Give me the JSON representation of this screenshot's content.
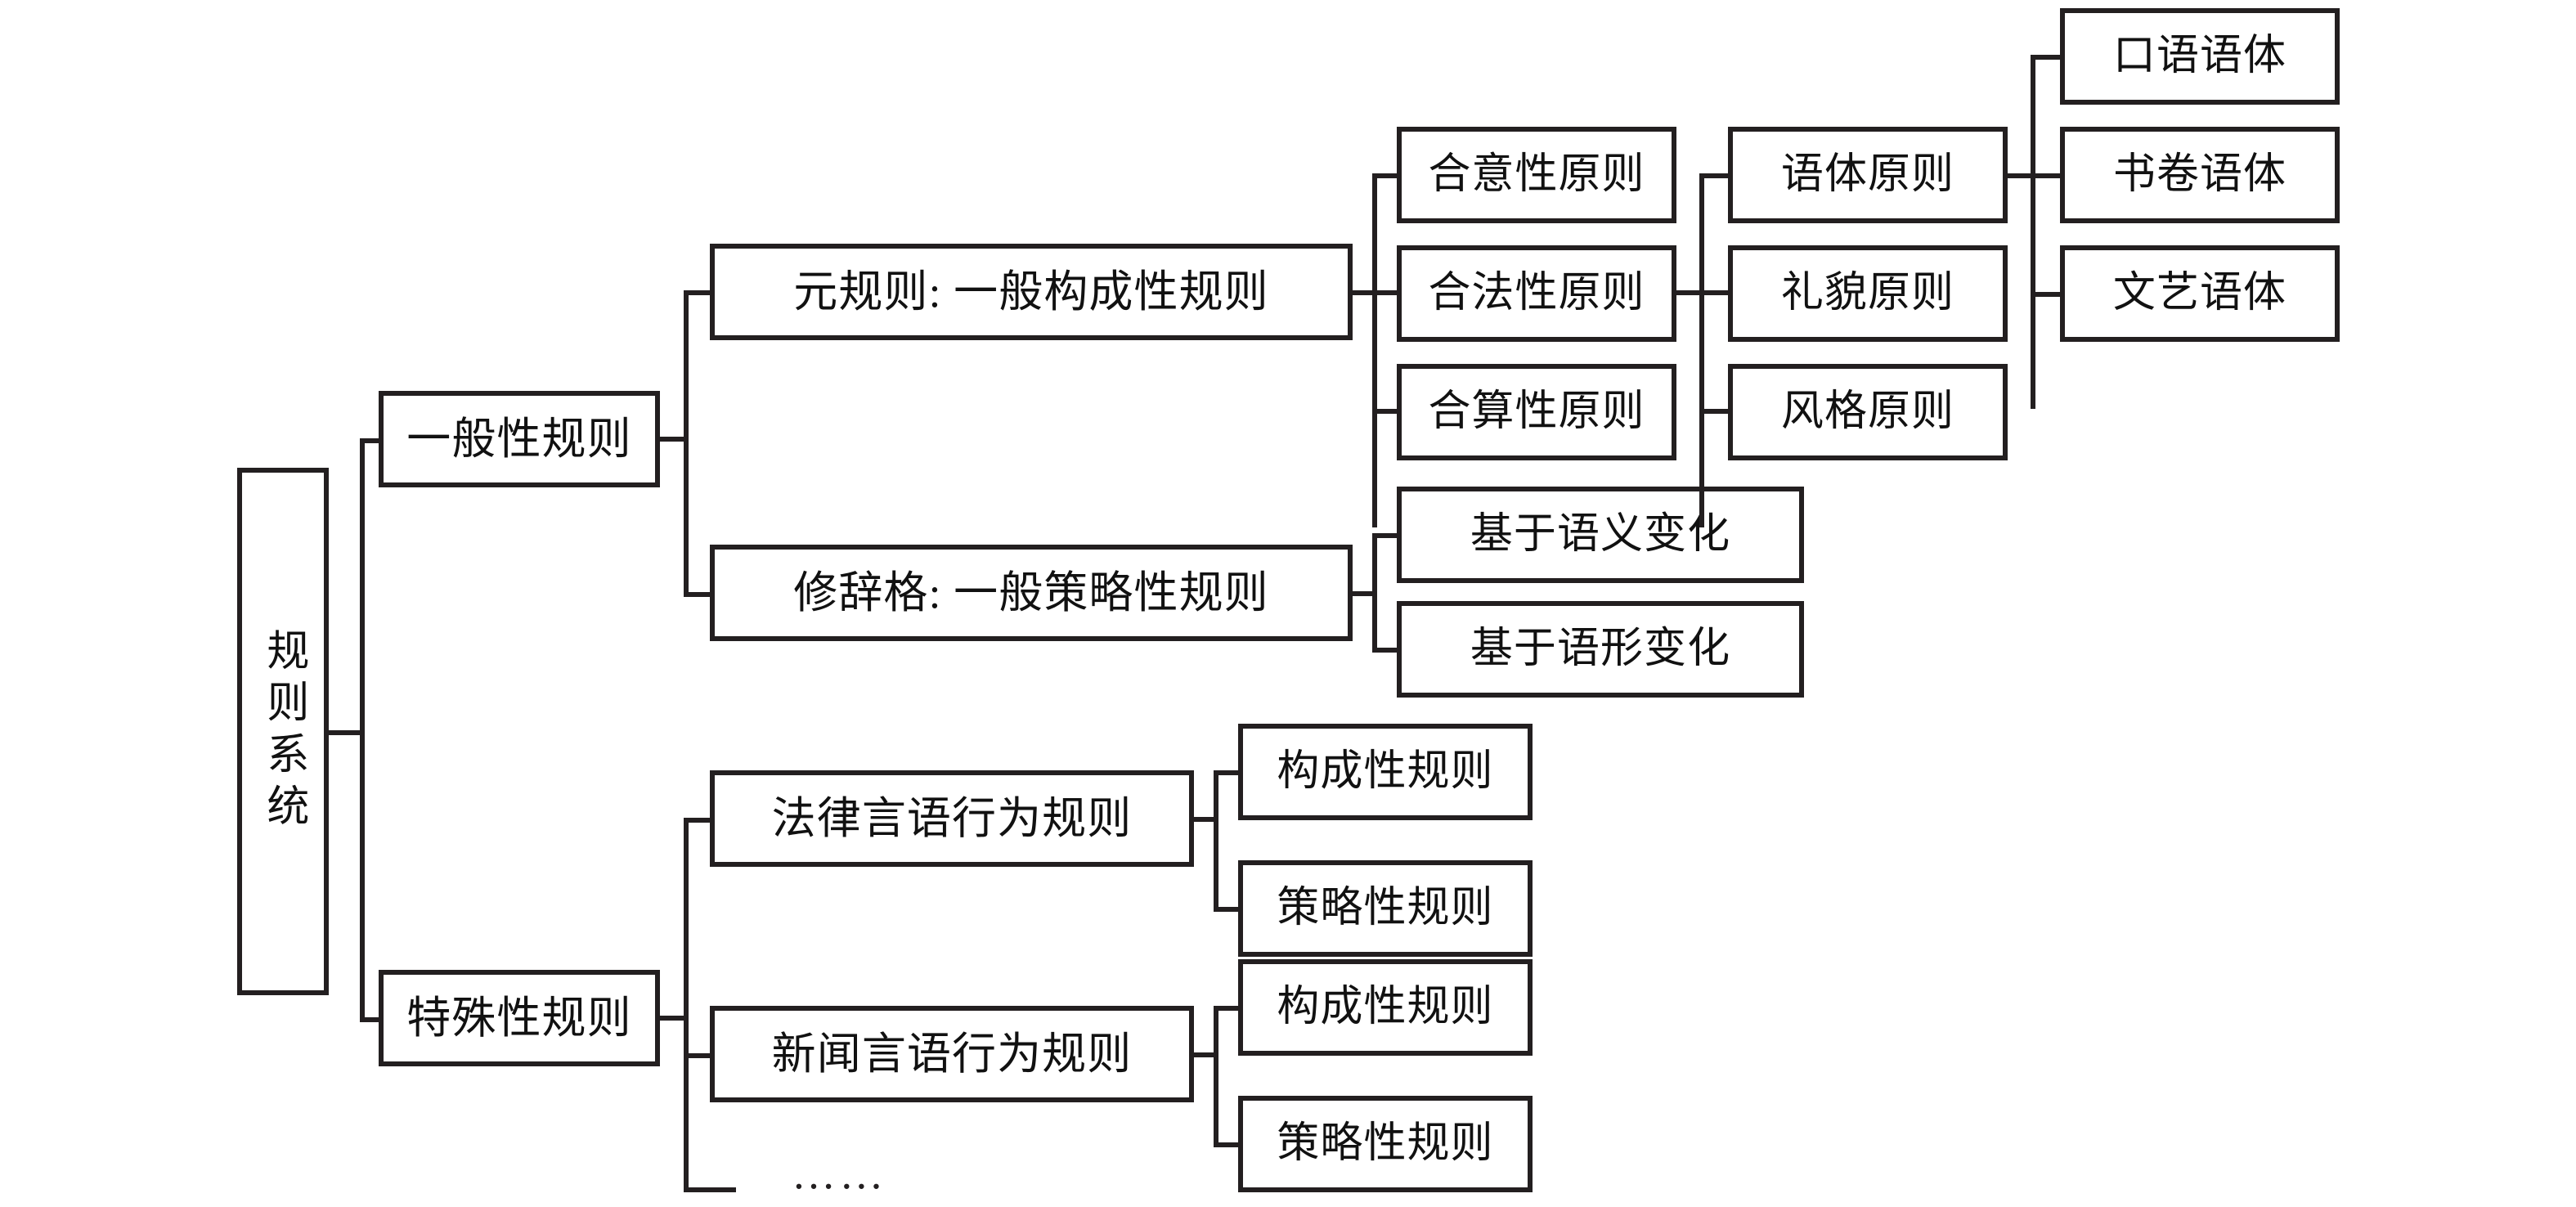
{
  "diagram": {
    "title": "规则系统",
    "type": "hierarchical-tree",
    "orientation": "left-to-right",
    "background_color": "#ffffff",
    "line_color": "#231f20",
    "text_color": "#111111"
  },
  "root": {
    "label": "规则系统",
    "text_orientation": "vertical"
  },
  "level1": [
    {
      "label": "一般性规则"
    },
    {
      "label": "特殊性规则"
    }
  ],
  "level2": [
    {
      "label": "元规则: 一般构成性规则",
      "parent": "一般性规则"
    },
    {
      "label": "修辞格: 一般策略性规则",
      "parent": "一般性规则"
    },
    {
      "label": "法律言语行为规则",
      "parent": "特殊性规则"
    },
    {
      "label": "新闻言语行为规则",
      "parent": "特殊性规则"
    }
  ],
  "level3": [
    {
      "label": "合意性原则",
      "parent": "元规则: 一般构成性规则"
    },
    {
      "label": "合法性原则",
      "parent": "元规则: 一般构成性规则"
    },
    {
      "label": "合算性原则",
      "parent": "元规则: 一般构成性规则"
    },
    {
      "label": "基于语义变化",
      "parent": "修辞格: 一般策略性规则"
    },
    {
      "label": "基于语形变化",
      "parent": "修辞格: 一般策略性规则"
    },
    {
      "label": "构成性规则",
      "parent": "法律言语行为规则"
    },
    {
      "label": "策略性规则",
      "parent": "法律言语行为规则"
    },
    {
      "label": "构成性规则",
      "parent": "新闻言语行为规则"
    },
    {
      "label": "策略性规则",
      "parent": "新闻言语行为规则"
    }
  ],
  "level4": [
    {
      "label": "语体原则",
      "parent": "合法性原则"
    },
    {
      "label": "礼貌原则",
      "parent": "合法性原则"
    },
    {
      "label": "风格原则",
      "parent": "合法性原则"
    }
  ],
  "level5": [
    {
      "label": "口语语体",
      "parent": "语体原则"
    },
    {
      "label": "书卷语体",
      "parent": "语体原则"
    },
    {
      "label": "文艺语体",
      "parent": "语体原则"
    }
  ],
  "ellipsis": {
    "label": "……"
  }
}
